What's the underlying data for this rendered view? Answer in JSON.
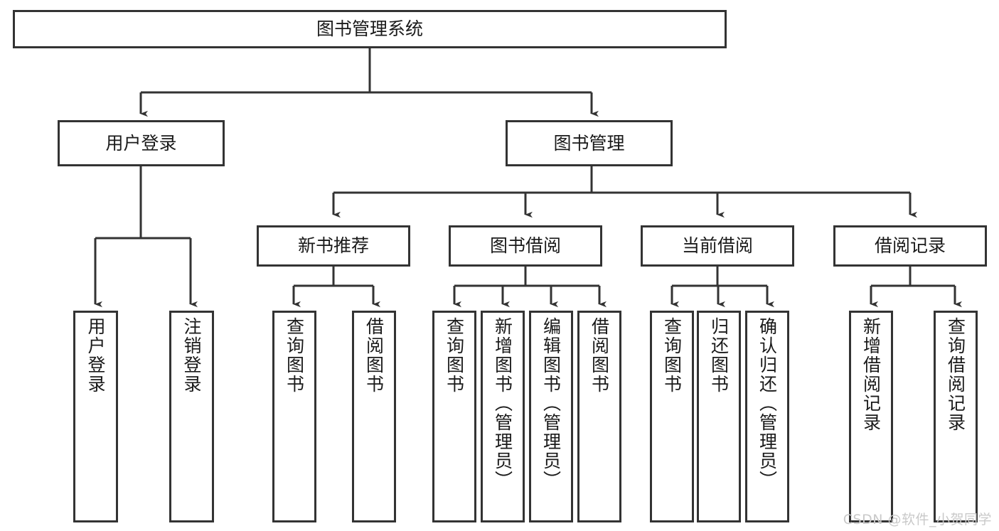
{
  "diagram": {
    "title": "图书管理系统",
    "type": "tree-hierarchy",
    "colors": {
      "box_border": "#333333",
      "box_fill": "#ffffff",
      "edge": "#333333",
      "text": "#1a1a1a",
      "watermark": "#c9c9c9",
      "background": "#ffffff"
    },
    "watermark": "CSDN @软件_小贺同学"
  },
  "nodes": {
    "root": {
      "label": "图书管理系统",
      "level": 0,
      "orientation": "horizontal"
    },
    "level1": [
      {
        "id": "user-login",
        "label": "用户登录",
        "orientation": "horizontal"
      },
      {
        "id": "book-management",
        "label": "图书管理",
        "orientation": "horizontal"
      }
    ],
    "level2": [
      {
        "id": "new-book-recommend",
        "label": "新书推荐",
        "orientation": "horizontal",
        "parent": "book-management"
      },
      {
        "id": "book-borrow",
        "label": "图书借阅",
        "orientation": "horizontal",
        "parent": "book-management"
      },
      {
        "id": "current-borrow",
        "label": "当前借阅",
        "orientation": "horizontal",
        "parent": "book-management"
      },
      {
        "id": "borrow-record",
        "label": "借阅记录",
        "orientation": "horizontal",
        "parent": "book-management"
      }
    ],
    "leaves": [
      {
        "id": "leaf-user-login",
        "label": "用户登录",
        "parent": "user-login"
      },
      {
        "id": "leaf-user-logout",
        "label": "注销登录",
        "parent": "user-login"
      },
      {
        "id": "leaf-query-book-1",
        "label": "查询图书",
        "parent": "new-book-recommend"
      },
      {
        "id": "leaf-borrow-book-1",
        "label": "借阅图书",
        "parent": "new-book-recommend"
      },
      {
        "id": "leaf-query-book-2",
        "label": "查询图书",
        "parent": "book-borrow"
      },
      {
        "id": "leaf-add-book",
        "label": "新增图书（管理员）",
        "parent": "book-borrow"
      },
      {
        "id": "leaf-edit-book",
        "label": "编辑图书（管理员）",
        "parent": "book-borrow"
      },
      {
        "id": "leaf-borrow-book-2",
        "label": "借阅图书",
        "parent": "book-borrow"
      },
      {
        "id": "leaf-query-book-3",
        "label": "查询图书",
        "parent": "current-borrow"
      },
      {
        "id": "leaf-return-book",
        "label": "归还图书",
        "parent": "current-borrow"
      },
      {
        "id": "leaf-confirm-return",
        "label": "确认归还（管理员）",
        "parent": "current-borrow"
      },
      {
        "id": "leaf-add-record",
        "label": "新增借阅记录",
        "parent": "borrow-record"
      },
      {
        "id": "leaf-query-record",
        "label": "查询借阅记录",
        "parent": "borrow-record"
      }
    ]
  }
}
